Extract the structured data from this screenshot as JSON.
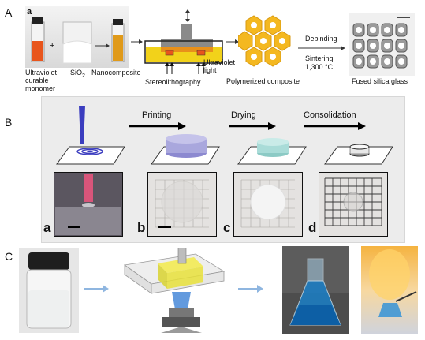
{
  "panel_A": {
    "letter": "A",
    "inset_letter": "a",
    "plus": "+",
    "labels": {
      "monomer": "Ultraviolet curable monomer",
      "silica": "SiO",
      "silica_sub": "2",
      "nanocomposite": "Nanocomposite",
      "stereolithography": "Stereolithography",
      "ultraviolet_light": "Ultraviolet light",
      "polymerized": "Polymerized composite",
      "debinding": "Debinding",
      "sintering": "Sintering",
      "temperature": "1,300 °C",
      "fused": "Fused silica glass"
    }
  },
  "panel_B": {
    "letter": "B",
    "steps": [
      "Printing",
      "Drying",
      "Consolidation"
    ],
    "photo_labels": [
      "a",
      "b",
      "c",
      "d"
    ]
  },
  "panel_C": {
    "letter": "C"
  },
  "colors": {
    "orange_liquid": "#e8551c",
    "amber": "#e09a1a",
    "resin_yellow": "#f2d21a",
    "lattice_yellow": "#f4b820",
    "gray_printer": "#8a8a8a",
    "blue_nozzle": "#3b3dbf",
    "disc_purple": "#a9a7dd",
    "disc_teal": "#a9dcd8",
    "flask_blue": "#1a7fc7",
    "arrow_blue": "#8fb6e0",
    "panel_bg": "#ececec"
  }
}
